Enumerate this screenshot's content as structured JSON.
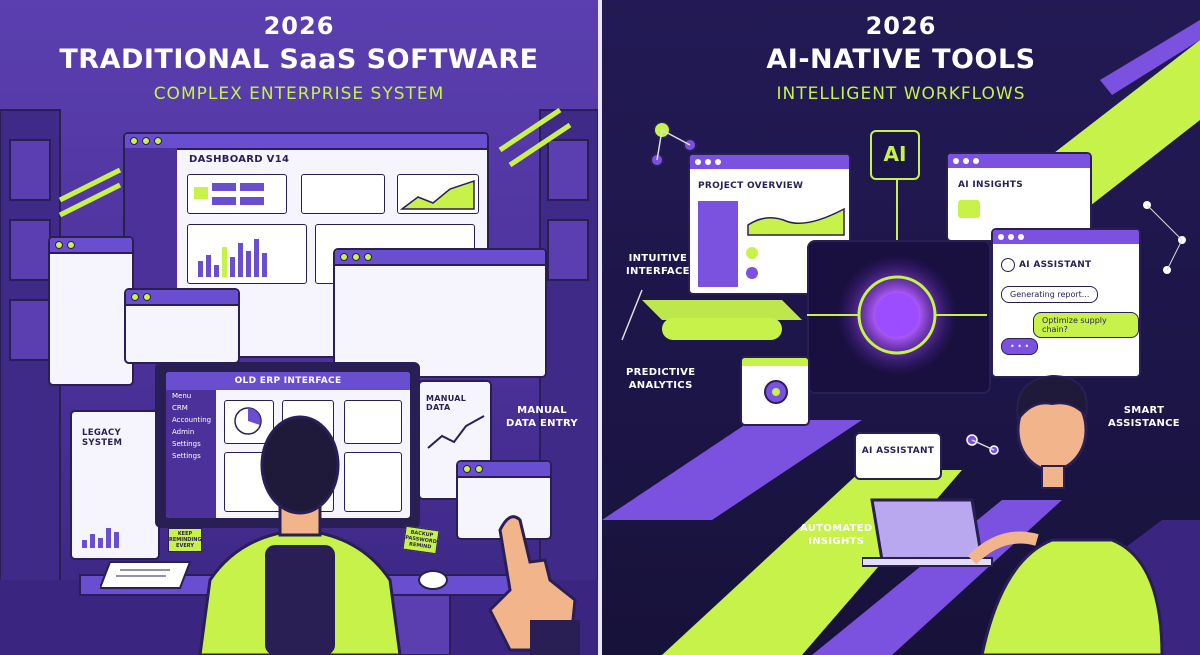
{
  "left": {
    "year": "2026",
    "title": "TRADITIONAL SaaS SOFTWARE",
    "subtitle": "COMPLEX ENTERPRISE SYSTEM",
    "dashboard_title": "DASHBOARD V14",
    "erp_title": "OLD ERP INTERFACE",
    "erp_menu": [
      "Menu",
      "CRM",
      "Accounting",
      "Admin",
      "Settings",
      "Settings"
    ],
    "legacy_title": "LEGACY SYSTEM",
    "manual_data_title": "MANUAL DATA",
    "manual_entry_label": "MANUAL\nDATA ENTRY",
    "sticky_note_1": "KEEP\nREMINDING\nEVERY",
    "sticky_note_2": "BACKUP\nPASSWORD\nREMIND"
  },
  "right": {
    "year": "2026",
    "title": "AI-NATIVE TOOLS",
    "subtitle": "INTELLIGENT WORKFLOWS",
    "ai_chip": "AI",
    "project_overview": "PROJECT OVERVIEW",
    "ai_insights": "AI INSIGHTS",
    "ai_assistant_header": "AI ASSISTANT",
    "chat_1": "Generating report...",
    "chat_2": "Optimize supply chain?",
    "chat_3": "• • •",
    "callout_intuitive": "INTUITIVE\nINTERFACE",
    "callout_predictive": "PREDICTIVE\nANALYTICS",
    "callout_automated": "AUTOMATED\nINSIGHTS",
    "callout_smart": "SMART\nASSISTANCE",
    "assistant_bubble": "AI ASSISTANT"
  },
  "colors": {
    "accent_lime": "#c6f24a",
    "accent_purple": "#6a4ed0",
    "outline": "#2a1f55"
  }
}
